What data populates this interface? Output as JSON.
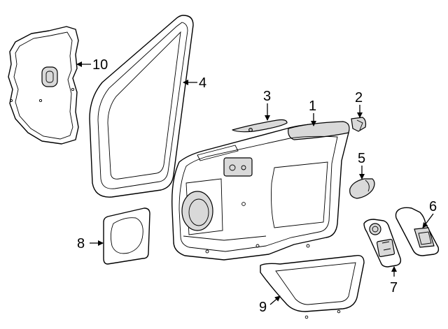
{
  "callouts": [
    {
      "id": "1",
      "label": "1"
    },
    {
      "id": "2",
      "label": "2"
    },
    {
      "id": "3",
      "label": "3"
    },
    {
      "id": "4",
      "label": "4"
    },
    {
      "id": "5",
      "label": "5"
    },
    {
      "id": "6",
      "label": "6"
    },
    {
      "id": "7",
      "label": "7"
    },
    {
      "id": "8",
      "label": "8"
    },
    {
      "id": "9",
      "label": "9"
    },
    {
      "id": "10",
      "label": "10"
    }
  ],
  "colors": {
    "line": "#000000",
    "shade": "#d9d9d9",
    "background": "#ffffff"
  }
}
